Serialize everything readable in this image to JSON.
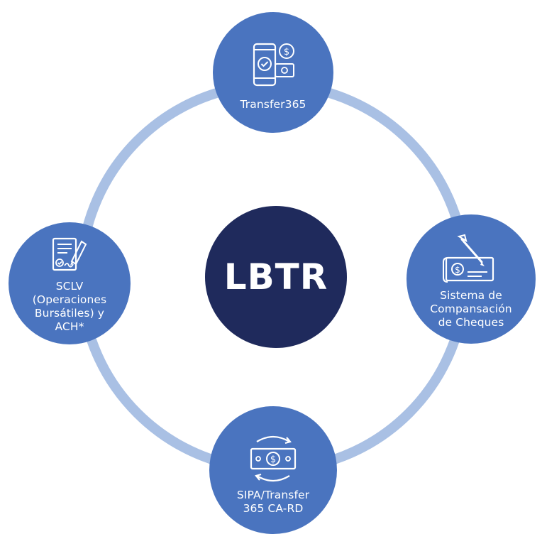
{
  "diagram": {
    "center_label": "LBTR",
    "nodes": [
      {
        "id": "top",
        "label": "Transfer365",
        "icon": "mobile-payment-icon"
      },
      {
        "id": "right",
        "label": "Sistema de\nCompansación\nde Cheques",
        "icon": "check-signing-icon"
      },
      {
        "id": "bottom",
        "label": "SIPA/Transfer\n365 CA-RD",
        "icon": "money-exchange-icon"
      },
      {
        "id": "left",
        "label": "SCLV\n(Operaciones\nBursátiles) y\nACH*",
        "icon": "signed-document-icon"
      }
    ]
  },
  "colors": {
    "ring": "#a9c0e4",
    "node": "#4a74bf",
    "center": "#1f2a5c",
    "text": "#ffffff"
  }
}
